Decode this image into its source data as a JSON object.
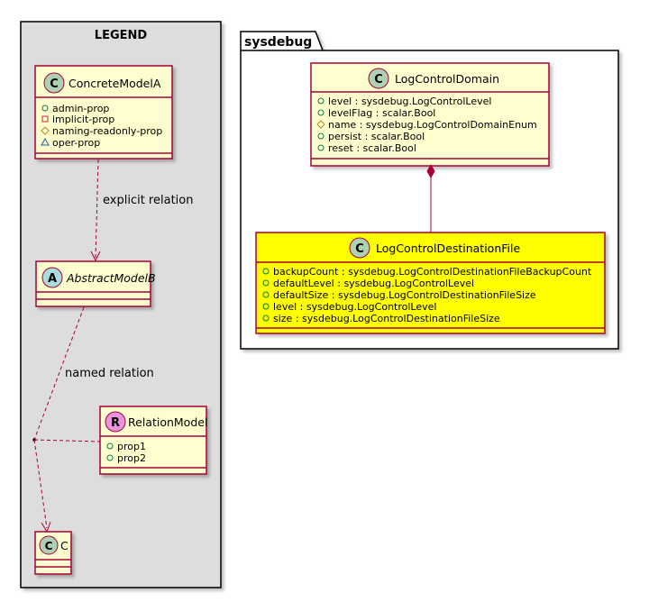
{
  "legend": {
    "title": "LEGEND",
    "concrete": {
      "letter": "C",
      "name": "ConcreteModelA",
      "attrs": [
        {
          "vis": "+",
          "text": "admin-prop"
        },
        {
          "vis": "-",
          "text": "implicit-prop"
        },
        {
          "vis": "#",
          "text": "naming-readonly-prop"
        },
        {
          "vis": "~",
          "text": "oper-prop"
        }
      ]
    },
    "explicit_relation": "explicit relation",
    "abstract": {
      "letter": "A",
      "name": "AbstractModelB"
    },
    "named_relation": "named relation",
    "relation_model": {
      "letter": "R",
      "name": "RelationModel",
      "attrs": [
        {
          "vis": "+",
          "text": "prop1"
        },
        {
          "vis": "+",
          "text": "prop2"
        }
      ]
    },
    "c_class": {
      "letter": "C",
      "name": "C"
    }
  },
  "package": {
    "name": "sysdebug",
    "domain": {
      "letter": "C",
      "name": "LogControlDomain",
      "attrs": [
        {
          "vis": "+",
          "text": "level : sysdebug.LogControlLevel"
        },
        {
          "vis": "+",
          "text": "levelFlag : scalar.Bool"
        },
        {
          "vis": "#",
          "text": "name : sysdebug.LogControlDomainEnum"
        },
        {
          "vis": "+",
          "text": "persist : scalar.Bool"
        },
        {
          "vis": "+",
          "text": "reset : scalar.Bool"
        }
      ]
    },
    "destination": {
      "letter": "C",
      "name": "LogControlDestinationFile",
      "attrs": [
        {
          "vis": "+",
          "text": "backupCount : sysdebug.LogControlDestinationFileBackupCount"
        },
        {
          "vis": "+",
          "text": "defaultLevel : sysdebug.LogControlLevel"
        },
        {
          "vis": "+",
          "text": "defaultSize : sysdebug.LogControlDestinationFileSize"
        },
        {
          "vis": "+",
          "text": "level : sysdebug.LogControlLevel"
        },
        {
          "vis": "+",
          "text": "size : sysdebug.LogControlDestinationFileSize"
        }
      ]
    }
  },
  "colors": {
    "class_fill": "#FEFECE",
    "highlight_fill": "#FFFF00",
    "border": "#A80036",
    "legend_bg": "#DDDDDD",
    "circle_class": "#ADD1B2",
    "circle_abstract": "#A9DCDF",
    "circle_relation": "#EB93DF"
  }
}
